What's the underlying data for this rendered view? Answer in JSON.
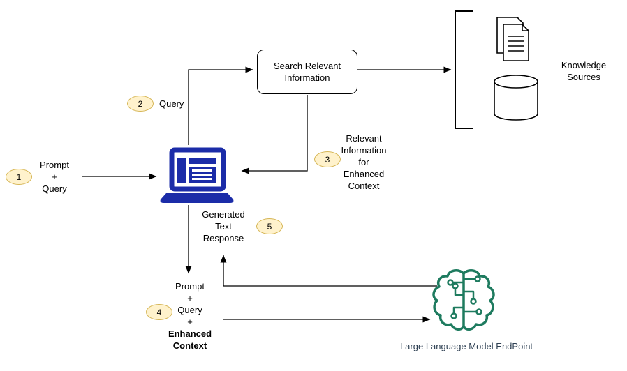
{
  "search_box": {
    "label": "Search Relevant\nInformation"
  },
  "knowledge": {
    "label": "Knowledge\nSources"
  },
  "llm": {
    "label": "Large Language Model EndPoint"
  },
  "steps": [
    {
      "num": "1",
      "label": "Prompt\n+\nQuery"
    },
    {
      "num": "2",
      "label": "Query"
    },
    {
      "num": "3",
      "label": "Relevant\nInformation\nfor\nEnhanced\nContext"
    },
    {
      "num": "4",
      "label_normal": "Prompt\n+\nQuery\n+\n",
      "label_bold": "Enhanced\nContext"
    },
    {
      "num": "5",
      "label": "Generated\nText\nResponse"
    }
  ],
  "colors": {
    "badge_fill": "#FFF2CC",
    "badge_border": "#D6B656",
    "laptop_blue": "#1B2CA8",
    "brain_teal": "#1E7B5F",
    "llm_label_color": "#2E4053",
    "line": "#000000"
  }
}
